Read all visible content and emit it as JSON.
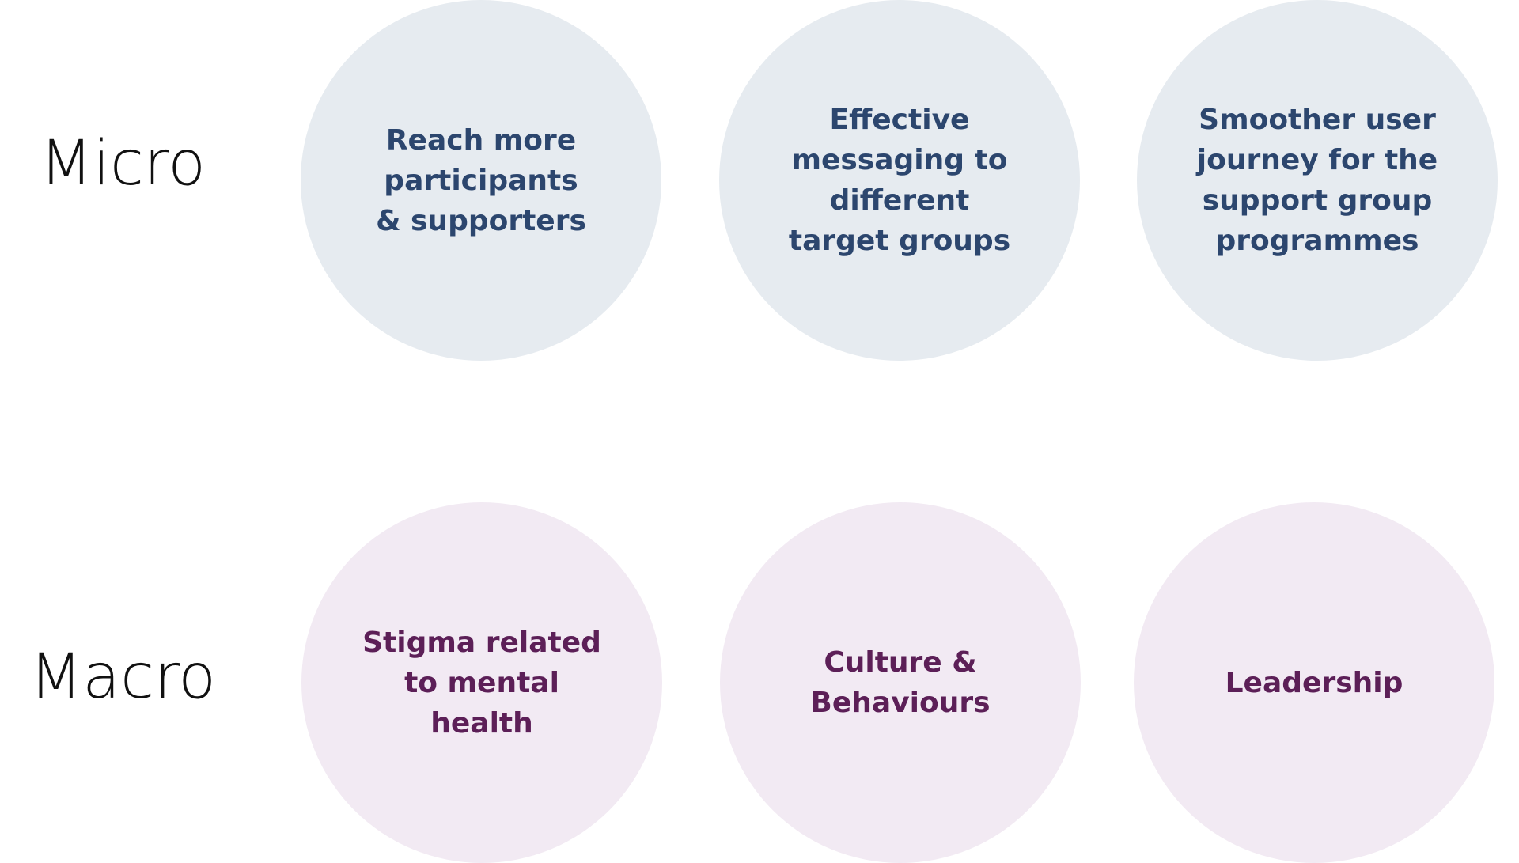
{
  "colors": {
    "micro_circle_fill": "#e6ebf0",
    "micro_text": "#2c466e",
    "macro_circle_fill": "#f2eaf3",
    "macro_text": "#5c1f57",
    "label_text": "#111111"
  },
  "micro": {
    "label": "Micro",
    "items": [
      {
        "text": "Reach more\nparticipants\n& supporters"
      },
      {
        "text": "Effective\nmessaging to\ndifferent\ntarget groups"
      },
      {
        "text": "Smoother user\njourney for the\nsupport group\nprogrammes"
      }
    ]
  },
  "macro": {
    "label": "Macro",
    "items": [
      {
        "text": "Stigma related\nto mental\nhealth"
      },
      {
        "text": "Culture &\nBehaviours"
      },
      {
        "text": "Leadership"
      }
    ]
  }
}
